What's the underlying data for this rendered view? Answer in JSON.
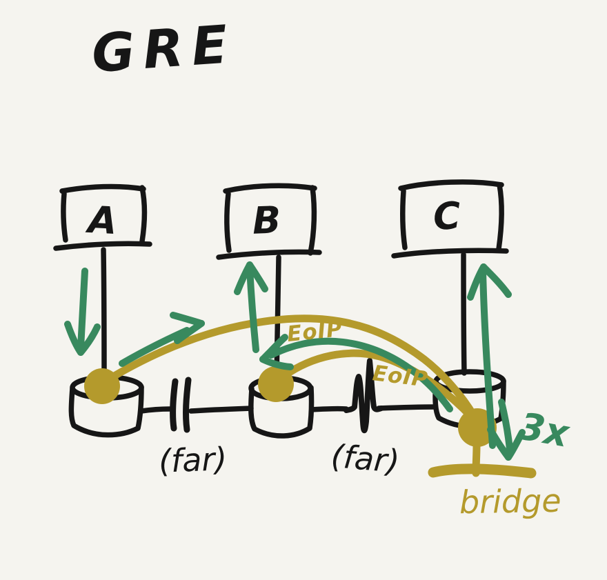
{
  "palette": {
    "background": "#f5f4ef",
    "ink": "#161616",
    "green": "#38895e",
    "yellow": "#b49a2c"
  },
  "title": "GRE",
  "nodes": {
    "a": "A",
    "b": "B",
    "c": "C"
  },
  "tunnels": {
    "eoip_top": "EoIP",
    "eoip_bottom": "EoIP"
  },
  "wan_links": {
    "left": "(far)",
    "right": "(far)"
  },
  "bridge": {
    "label": "bridge"
  },
  "tunnel_count": "3x"
}
